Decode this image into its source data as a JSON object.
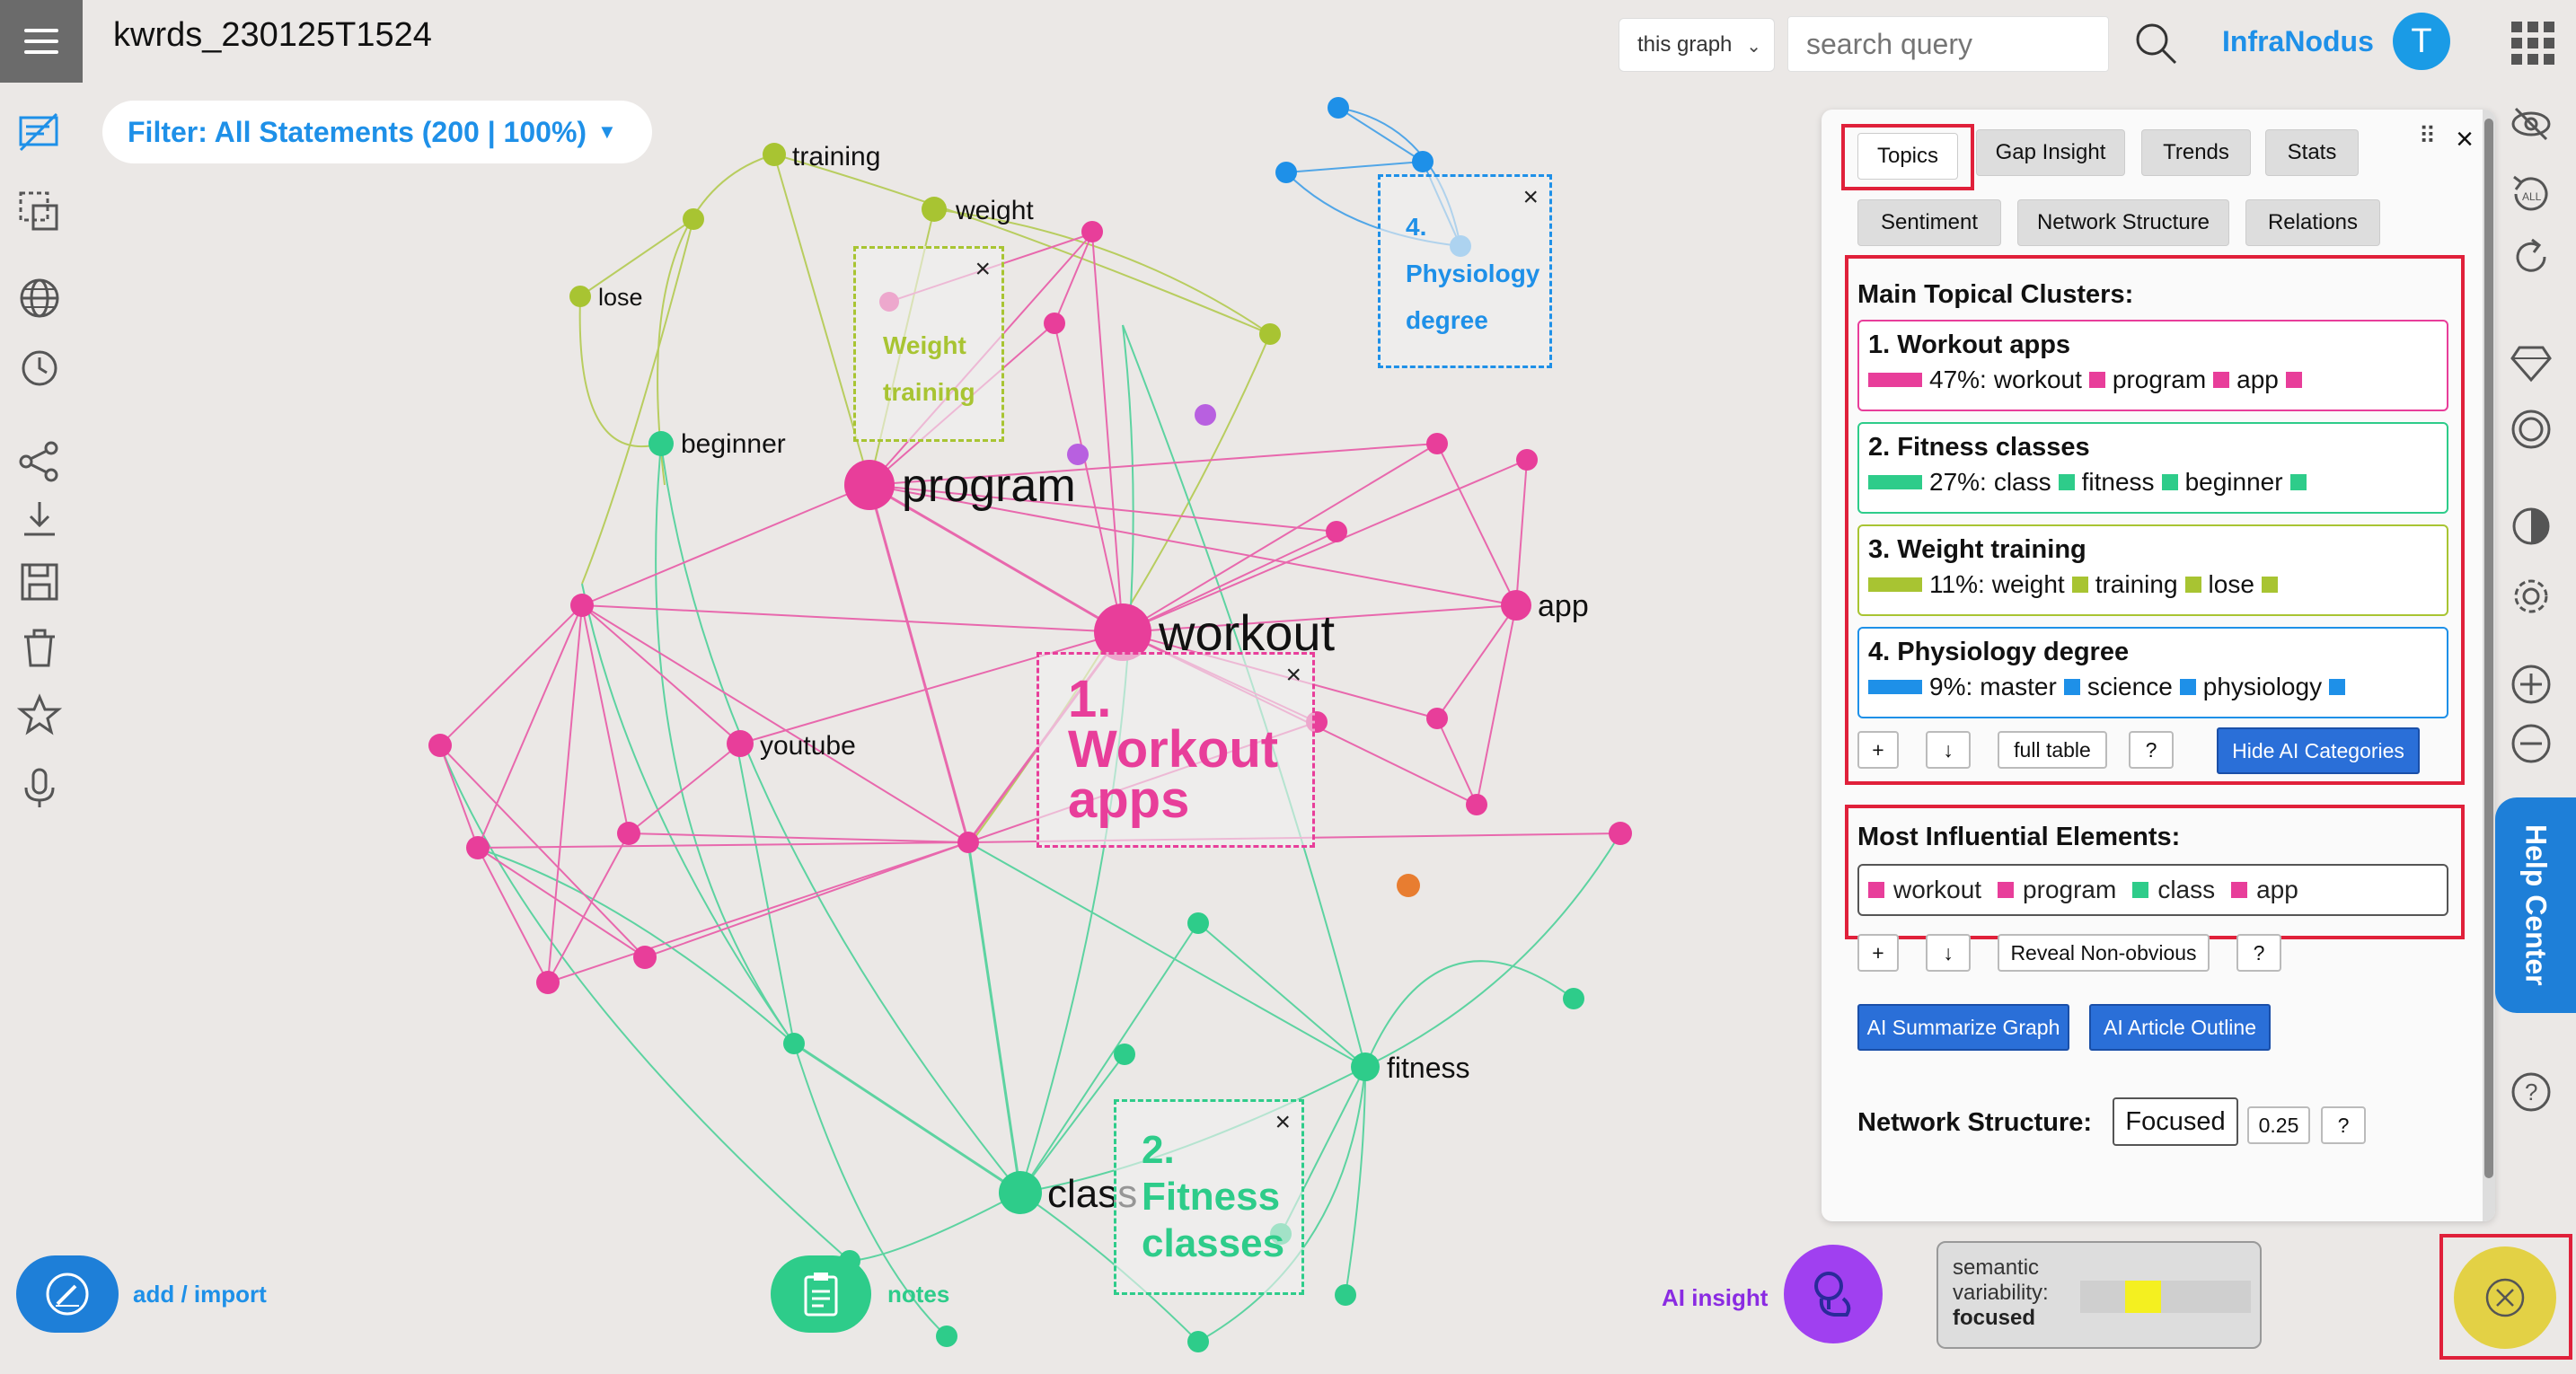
{
  "header": {
    "title": "kwrds_230125T1524",
    "scope_value": "this graph",
    "search_placeholder": "search query",
    "brand": "InfraNodus",
    "avatar_initial": "T"
  },
  "filter": {
    "label": "Filter: All Statements (200 | 100%)"
  },
  "graph": {
    "node_labels": {
      "training": "training",
      "weight": "weight",
      "lose": "lose",
      "beginner": "beginner",
      "program": "program",
      "workout": "workout",
      "app": "app",
      "youtube": "youtube",
      "fitness": "fitness",
      "class": "class"
    },
    "cluster_overlays": [
      {
        "num": "1.",
        "label_line1": "Workout",
        "label_line2": "apps",
        "color": "#e83e9a"
      },
      {
        "num": "2.",
        "label_line1": "Fitness",
        "label_line2": "classes",
        "color": "#2ecc8a"
      },
      {
        "label_line1": "Weight",
        "label_line2": "training",
        "color": "#a8c432"
      },
      {
        "num": "4.",
        "label_line1": "Physiology",
        "label_line2": "degree",
        "color": "#1e90e8"
      }
    ],
    "close_glyph": "×"
  },
  "panel": {
    "tabs": [
      "Topics",
      "Gap Insight",
      "Trends",
      "Stats",
      "Sentiment",
      "Network Structure",
      "Relations"
    ],
    "close_glyph": "×",
    "drag_glyph": "⠿",
    "clusters_title": "Main Topical Clusters:",
    "clusters": [
      {
        "name": "1. Workout apps",
        "pct": "47%:",
        "words": [
          "workout",
          "program",
          "app"
        ],
        "color": "#e83e9a"
      },
      {
        "name": "2. Fitness classes",
        "pct": "27%:",
        "words": [
          "class",
          "fitness",
          "beginner"
        ],
        "color": "#2ecc8a"
      },
      {
        "name": "3. Weight training",
        "pct": "11%:",
        "words": [
          "weight",
          "training",
          "lose"
        ],
        "color": "#a8c432"
      },
      {
        "name": "4. Physiology degree",
        "pct": "9%:",
        "words": [
          "master",
          "science",
          "physiology"
        ],
        "color": "#1e90e8"
      }
    ],
    "cluster_buttons": {
      "plus": "+",
      "download": "↓",
      "full_table": "full table",
      "help": "?",
      "hide_ai": "Hide AI Categories"
    },
    "influence_title": "Most Influential Elements:",
    "influence_words": [
      {
        "word": "workout",
        "color": "#e83e9a"
      },
      {
        "word": "program",
        "color": "#e83e9a"
      },
      {
        "word": "class",
        "color": "#2ecc8a"
      },
      {
        "word": "app",
        "color": "#e83e9a"
      }
    ],
    "influence_buttons": {
      "plus": "+",
      "download": "↓",
      "reveal": "Reveal Non-obvious",
      "help": "?"
    },
    "ai_summarize": "AI Summarize Graph",
    "ai_outline": "AI Article Outline",
    "structure_label": "Network Structure:",
    "structure_value": "Focused",
    "structure_score": "0.25",
    "structure_help": "?"
  },
  "help_center": "Help Center",
  "bottom": {
    "add_label": "add / import",
    "notes_label": "notes",
    "ai_label": "AI insight",
    "variability_line1": "semantic",
    "variability_line2": "variability:",
    "variability_value": "focused"
  },
  "colors": {
    "pink": "#e83e9a",
    "green": "#2ecc8a",
    "olive": "#a8c432",
    "blue": "#1e90e8",
    "purple": "#a040f0",
    "red_highlight": "#e0203a"
  }
}
